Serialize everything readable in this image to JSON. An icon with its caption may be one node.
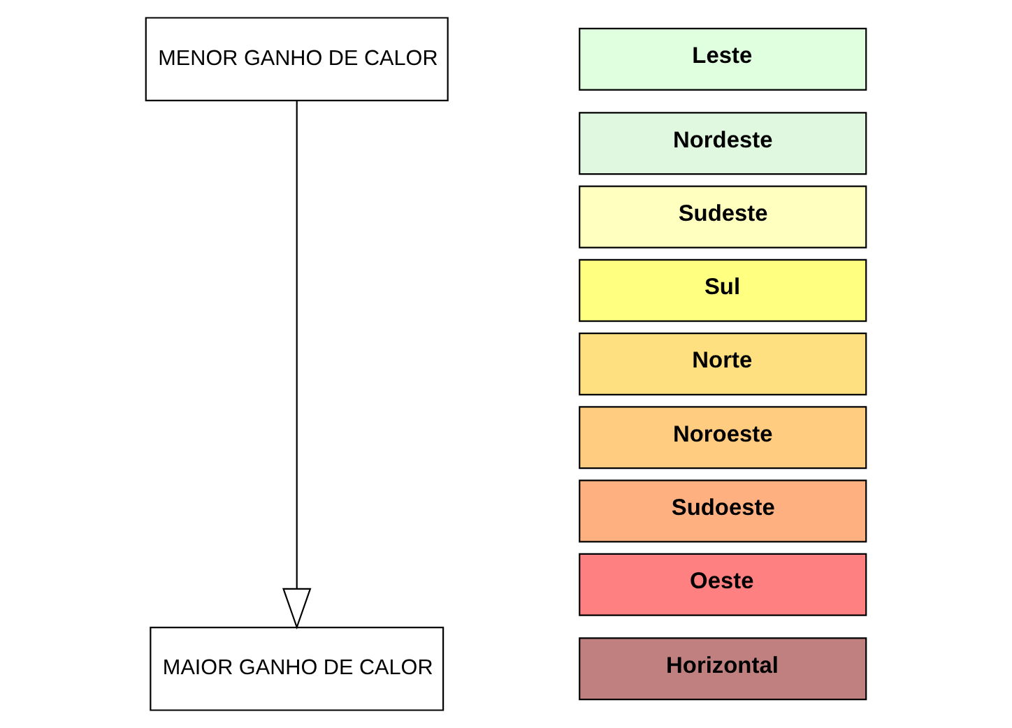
{
  "diagram": {
    "nodes": [
      {
        "text": [
          "MENOR GANHO DE CALOR"
        ]
      },
      {
        "text": [
          "MAIOR GANHO DE CALOR"
        ]
      },
      {
        "text": [
          "Leste"
        ]
      },
      {
        "text": [
          "Nordeste"
        ]
      },
      {
        "text": [
          "Sudeste"
        ]
      },
      {
        "text": [
          "Sul"
        ]
      },
      {
        "text": [
          "Norte"
        ]
      },
      {
        "text": [
          "Noroeste"
        ]
      },
      {
        "text": [
          "Sudoeste"
        ]
      },
      {
        "text": [
          "Oeste"
        ]
      },
      {
        "text": [
          "Horizontal"
        ]
      }
    ],
    "edges": [
      {
        "from": 0,
        "to": 1,
        "arrow": "to"
      }
    ]
  }
}
